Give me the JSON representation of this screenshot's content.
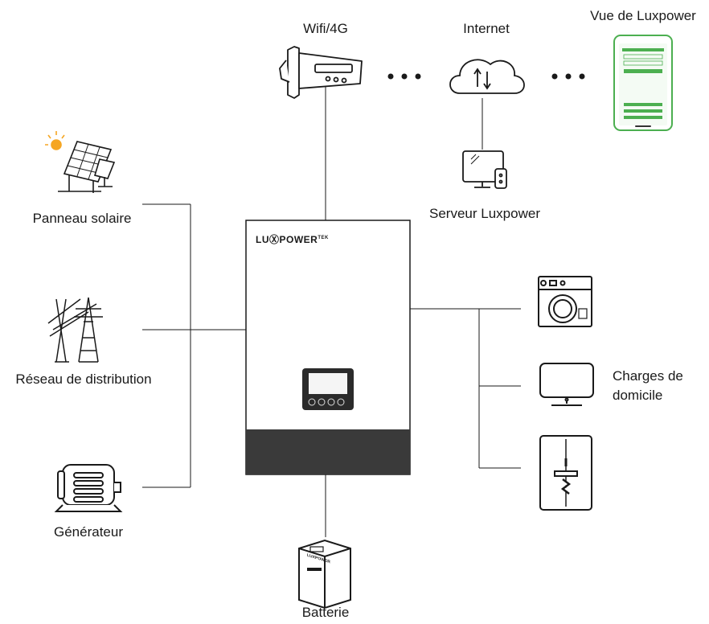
{
  "labels": {
    "wifi": "Wifi/4G",
    "internet": "Internet",
    "app": "Vue de Luxpower",
    "server": "Serveur Luxpower",
    "solar": "Panneau solaire",
    "grid": "Réseau de distribution",
    "generator": "Générateur",
    "battery": "Batterie",
    "loads_line1": "Charges de",
    "loads_line2": "domicile"
  },
  "inverter": {
    "brand": "LUⓍPOWER",
    "brand_sup": "TEK"
  },
  "battery_brand": "LUXPOWER",
  "colors": {
    "line": "#1a1a1a",
    "inverter_band": "#3a3a3a",
    "accent_green": "#4caf50",
    "sun": "#f5a623"
  }
}
